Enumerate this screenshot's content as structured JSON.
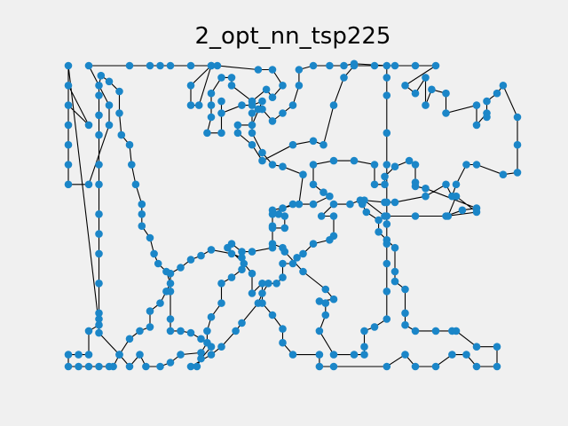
{
  "chart_data": {
    "type": "scatter",
    "title": "2_opt_nn_tsp225",
    "xlabel": "",
    "ylabel": "",
    "xlim": [
      -0.05,
      22.05
    ],
    "ylim": [
      -16.9,
      0.2
    ],
    "grid": false,
    "axes_visible": false,
    "tour_closed": true,
    "colors": {
      "point": "#1b86c8",
      "edge": "#000000",
      "background": "#f0f0f0"
    },
    "tour": [
      [
        0,
        0
      ],
      [
        0,
        -2
      ],
      [
        1,
        -3
      ],
      [
        0,
        -1
      ],
      [
        0,
        -3
      ],
      [
        0,
        -4
      ],
      [
        0,
        -5
      ],
      [
        0,
        -6
      ],
      [
        1,
        -6
      ],
      [
        2,
        -3
      ],
      [
        2,
        -2
      ],
      [
        1,
        0
      ],
      [
        3,
        0
      ],
      [
        4,
        0
      ],
      [
        4.5,
        0
      ],
      [
        5,
        0
      ],
      [
        6,
        0
      ],
      [
        7,
        0
      ],
      [
        6,
        -1
      ],
      [
        6,
        -2
      ],
      [
        6.4,
        -2
      ],
      [
        7,
        0
      ],
      [
        7.3,
        0
      ],
      [
        9.3,
        -0.2
      ],
      [
        10,
        -0.2
      ],
      [
        10.5,
        -1
      ],
      [
        10,
        -1.6
      ],
      [
        9.7,
        -1.2
      ],
      [
        9,
        -1.8
      ],
      [
        8,
        -1
      ],
      [
        8,
        -0.6
      ],
      [
        7.5,
        -0.6
      ],
      [
        7,
        -1.4
      ],
      [
        7,
        -2
      ],
      [
        7,
        -2.6
      ],
      [
        6.8,
        -3.4
      ],
      [
        7.5,
        -3.4
      ],
      [
        7.5,
        -1.8
      ],
      [
        7.5,
        -2.4
      ],
      [
        8.5,
        -2
      ],
      [
        9,
        -2
      ],
      [
        9.5,
        -1.8
      ],
      [
        9,
        -3
      ],
      [
        8.3,
        -3
      ],
      [
        8.3,
        -3.4
      ],
      [
        9,
        -4
      ],
      [
        9.5,
        -4.8
      ],
      [
        11,
        -4
      ],
      [
        12,
        -3.8
      ],
      [
        12.5,
        -4
      ],
      [
        13,
        -2
      ],
      [
        13.5,
        -0.6
      ],
      [
        14,
        0
      ],
      [
        15,
        0
      ],
      [
        16,
        0
      ],
      [
        17,
        0
      ],
      [
        18,
        0
      ],
      [
        16.5,
        -1
      ],
      [
        17,
        -1.4
      ],
      [
        17.5,
        -0.6
      ],
      [
        17.5,
        -2
      ],
      [
        17.8,
        -1.2
      ],
      [
        18.5,
        -1.4
      ],
      [
        18.5,
        -2.4
      ],
      [
        20,
        -2
      ],
      [
        20,
        -3
      ],
      [
        20.5,
        -2.4
      ],
      [
        20.5,
        -2.6
      ],
      [
        20.5,
        -1.8
      ],
      [
        21,
        -1.4
      ],
      [
        21.3,
        -1
      ],
      [
        22,
        -2.6
      ],
      [
        22,
        -4
      ],
      [
        22,
        -5.4
      ],
      [
        21.3,
        -5.5
      ],
      [
        20,
        -5
      ],
      [
        19.5,
        -5
      ],
      [
        19,
        -6
      ],
      [
        18.8,
        -6.6
      ],
      [
        18.5,
        -6
      ],
      [
        17.5,
        -6.6
      ],
      [
        16,
        -6.9
      ],
      [
        15.5,
        -6.9
      ],
      [
        14.5,
        -6.8
      ],
      [
        15.5,
        -7.6
      ],
      [
        17,
        -7.6
      ],
      [
        18.6,
        -7.6
      ],
      [
        19,
        -6.6
      ],
      [
        20,
        -7.4
      ],
      [
        18.5,
        -7.6
      ],
      [
        19.3,
        -7.3
      ],
      [
        20,
        -7.2
      ],
      [
        17.5,
        -6.2
      ],
      [
        17,
        -6.1
      ],
      [
        17,
        -5.9
      ],
      [
        17,
        -5
      ],
      [
        16.7,
        -4.8
      ],
      [
        16,
        -5.1
      ],
      [
        15.5,
        -5.6
      ],
      [
        15.5,
        -6
      ],
      [
        15,
        -6
      ],
      [
        15,
        -5
      ],
      [
        14,
        -4.8
      ],
      [
        13,
        -4.8
      ],
      [
        12,
        -5
      ],
      [
        12,
        -6
      ],
      [
        12.5,
        -6.4
      ],
      [
        12.8,
        -6.6
      ],
      [
        12,
        -7
      ],
      [
        11,
        -7
      ],
      [
        10.5,
        -7.2
      ],
      [
        10,
        -7.5
      ],
      [
        10,
        -8.1
      ],
      [
        10,
        -9
      ],
      [
        10.5,
        -9.2
      ],
      [
        10.6,
        -9.4
      ],
      [
        11.5,
        -10.4
      ],
      [
        12.6,
        -11.3
      ],
      [
        13,
        -11.8
      ],
      [
        12.3,
        -11.9
      ],
      [
        12.6,
        -12
      ],
      [
        12.6,
        -12.6
      ],
      [
        12.3,
        -13.4
      ],
      [
        13,
        -14.6
      ],
      [
        14,
        -14.6
      ],
      [
        14.5,
        -14.6
      ],
      [
        14.5,
        -14.2
      ],
      [
        14.5,
        -13.4
      ],
      [
        15,
        -13.2
      ],
      [
        15.6,
        -12.8
      ],
      [
        15.6,
        -11.4
      ],
      [
        15.6,
        -10
      ],
      [
        15.6,
        -9
      ],
      [
        15.6,
        -8
      ],
      [
        15.6,
        -7.6
      ],
      [
        15.6,
        -6.9
      ],
      [
        15.6,
        -5
      ],
      [
        15.6,
        -3.4
      ],
      [
        15.6,
        -1.5
      ],
      [
        15.6,
        -0.6
      ],
      [
        15.6,
        0
      ],
      [
        14,
        0.1
      ],
      [
        13.5,
        0
      ],
      [
        12.8,
        0
      ],
      [
        12,
        0
      ],
      [
        11.3,
        -0.2
      ],
      [
        11.3,
        -1
      ],
      [
        11,
        -2
      ],
      [
        10.5,
        -2.4
      ],
      [
        10,
        -2.8
      ],
      [
        9.5,
        -2.2
      ],
      [
        9.3,
        -2.2
      ],
      [
        9,
        -2.4
      ],
      [
        9,
        -3.4
      ],
      [
        9.5,
        -4.4
      ],
      [
        10,
        -5
      ],
      [
        10.5,
        -5.1
      ],
      [
        11.5,
        -5.5
      ],
      [
        11.3,
        -7
      ],
      [
        10,
        -7.3
      ],
      [
        10.3,
        -7.5
      ],
      [
        10.6,
        -7.6
      ],
      [
        10.6,
        -8.2
      ],
      [
        10,
        -8.2
      ],
      [
        10,
        -9.2
      ],
      [
        9,
        -9.4
      ],
      [
        8.5,
        -9.4
      ],
      [
        8,
        -9
      ],
      [
        7.8,
        -9.2
      ],
      [
        8.6,
        -10
      ],
      [
        9,
        -10.5
      ],
      [
        9,
        -11.5
      ],
      [
        9.5,
        -11
      ],
      [
        9.5,
        -12
      ],
      [
        10,
        -12.6
      ],
      [
        10.5,
        -13.3
      ],
      [
        10.5,
        -14
      ],
      [
        11,
        -14.6
      ],
      [
        12.3,
        -14.6
      ],
      [
        12.3,
        -15.2
      ],
      [
        13,
        -15.2
      ],
      [
        15.6,
        -15.2
      ],
      [
        16.5,
        -14.6
      ],
      [
        17,
        -15.2
      ],
      [
        18,
        -15.2
      ],
      [
        18.8,
        -14.6
      ],
      [
        19.5,
        -14.6
      ],
      [
        20,
        -15.2
      ],
      [
        21,
        -15.2
      ],
      [
        21,
        -14.2
      ],
      [
        20,
        -14.2
      ],
      [
        19,
        -13.4
      ],
      [
        18.8,
        -13.4
      ],
      [
        18,
        -13.4
      ],
      [
        17,
        -13.4
      ],
      [
        16.5,
        -13.1
      ],
      [
        16.5,
        -12.5
      ],
      [
        16.5,
        -11.3
      ],
      [
        16,
        -10.9
      ],
      [
        16,
        -10.4
      ],
      [
        16,
        -9.2
      ],
      [
        15.6,
        -8.8
      ],
      [
        15.2,
        -8.4
      ],
      [
        15.2,
        -7.8
      ],
      [
        14.6,
        -7.4
      ],
      [
        14.4,
        -7
      ],
      [
        14.3,
        -6.8
      ],
      [
        13.8,
        -7
      ],
      [
        13,
        -7
      ],
      [
        12.4,
        -7.6
      ],
      [
        13,
        -7.6
      ],
      [
        13,
        -8.6
      ],
      [
        12.8,
        -8.8
      ],
      [
        12,
        -9
      ],
      [
        11.5,
        -9.5
      ],
      [
        11.2,
        -9.7
      ],
      [
        11,
        -10
      ],
      [
        10.5,
        -10
      ],
      [
        10.5,
        -10.7
      ],
      [
        10.2,
        -11
      ],
      [
        9.8,
        -11
      ],
      [
        9.5,
        -11.5
      ],
      [
        9.3,
        -12
      ],
      [
        8.5,
        -13
      ],
      [
        8.2,
        -13.4
      ],
      [
        7.5,
        -14.2
      ],
      [
        7,
        -14.6
      ],
      [
        6,
        -15.2
      ],
      [
        6.3,
        -15.2
      ],
      [
        6.5,
        -14.8
      ],
      [
        7,
        -14.2
      ],
      [
        6.5,
        -13.8
      ],
      [
        6,
        -13.5
      ],
      [
        5.5,
        -13.4
      ],
      [
        5,
        -13.4
      ],
      [
        5,
        -12.8
      ],
      [
        5,
        -11.4
      ],
      [
        5,
        -10.5
      ],
      [
        5.5,
        -10.2
      ],
      [
        6,
        -9.8
      ],
      [
        6.5,
        -9.6
      ],
      [
        7,
        -9.3
      ],
      [
        8,
        -9.5
      ],
      [
        8.5,
        -9.7
      ],
      [
        8.5,
        -10.3
      ],
      [
        8,
        -10.7
      ],
      [
        7.5,
        -11
      ],
      [
        7.5,
        -12
      ],
      [
        7,
        -12.7
      ],
      [
        6.8,
        -13.4
      ],
      [
        6.8,
        -14
      ],
      [
        6.5,
        -14.5
      ],
      [
        5.5,
        -14.6
      ],
      [
        5,
        -15
      ],
      [
        4.5,
        -15.2
      ],
      [
        3.8,
        -15.2
      ],
      [
        3.5,
        -14.6
      ],
      [
        3,
        -15.2
      ],
      [
        2.5,
        -14.6
      ],
      [
        1.5,
        -13.5
      ],
      [
        1.5,
        -12.8
      ],
      [
        1.5,
        -12.5
      ],
      [
        1.5,
        -11
      ],
      [
        1.5,
        -9.5
      ],
      [
        1.5,
        -8.5
      ],
      [
        1.5,
        -7.5
      ],
      [
        1.5,
        -6
      ],
      [
        1.5,
        -5
      ],
      [
        1.5,
        -3.5
      ],
      [
        1.5,
        -2.5
      ],
      [
        1.5,
        -1.5
      ],
      [
        1.5,
        -1
      ],
      [
        1.6,
        -0.5
      ],
      [
        2,
        -0.8
      ],
      [
        2.5,
        -1.3
      ],
      [
        2.5,
        -2.4
      ],
      [
        2.6,
        -3.5
      ],
      [
        3,
        -4
      ],
      [
        3.1,
        -5
      ],
      [
        3.3,
        -6
      ],
      [
        3.6,
        -7
      ],
      [
        3.6,
        -7.5
      ],
      [
        3.6,
        -8.1
      ],
      [
        4,
        -8.7
      ],
      [
        4.2,
        -9.5
      ],
      [
        4.4,
        -10
      ],
      [
        4.8,
        -10.4
      ],
      [
        5,
        -11
      ],
      [
        4.8,
        -11.4
      ],
      [
        4.5,
        -12
      ],
      [
        4,
        -12.4
      ],
      [
        4,
        -13.2
      ],
      [
        3.5,
        -13.4
      ],
      [
        3,
        -13.8
      ],
      [
        2.5,
        -14.6
      ],
      [
        2.2,
        -15.2
      ],
      [
        2,
        -15.2
      ],
      [
        1.5,
        -15.2
      ],
      [
        1,
        -15.2
      ],
      [
        0.5,
        -15.2
      ],
      [
        0,
        -15.2
      ],
      [
        0,
        -14.6
      ],
      [
        0.5,
        -14.6
      ],
      [
        1,
        -14.6
      ],
      [
        1,
        -13.4
      ],
      [
        1.5,
        -13.1
      ]
    ]
  }
}
